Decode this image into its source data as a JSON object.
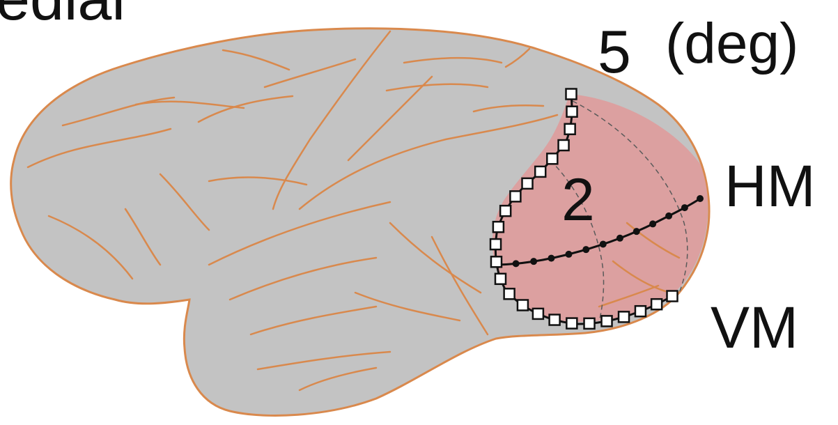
{
  "labels": {
    "view": "edial",
    "eccentricity": "5",
    "unit": "(deg)",
    "hm": "HM",
    "vm": "VM",
    "inner_eccentricity": "2"
  },
  "colors": {
    "cortex_fill": "#c3c3c3",
    "outline": "#d9894d",
    "v1_region": "#dca0a0",
    "marker_stroke": "#111111",
    "marker_fill": "#ffffff"
  }
}
